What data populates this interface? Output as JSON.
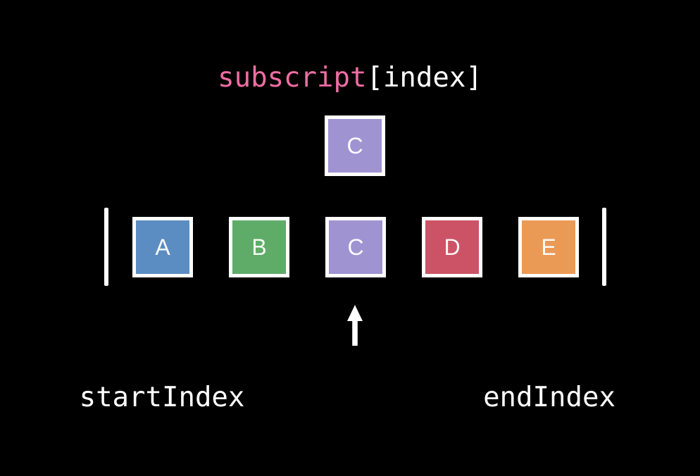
{
  "slide": {
    "background": "#000000",
    "title": {
      "function": "subscript",
      "argument": "[index]",
      "function_color": "#ef6da4",
      "argument_color": "#ffffff"
    },
    "result_box": {
      "label": "C",
      "color": "#9f93d2"
    },
    "array": {
      "items": [
        {
          "label": "A",
          "color": "#5b8dc3"
        },
        {
          "label": "B",
          "color": "#5fac68"
        },
        {
          "label": "C",
          "color": "#9f93d2"
        },
        {
          "label": "D",
          "color": "#cc5365"
        },
        {
          "label": "E",
          "color": "#eb9a55"
        }
      ]
    },
    "annotations": {
      "start_label": "startIndex",
      "end_label": "endIndex"
    }
  }
}
